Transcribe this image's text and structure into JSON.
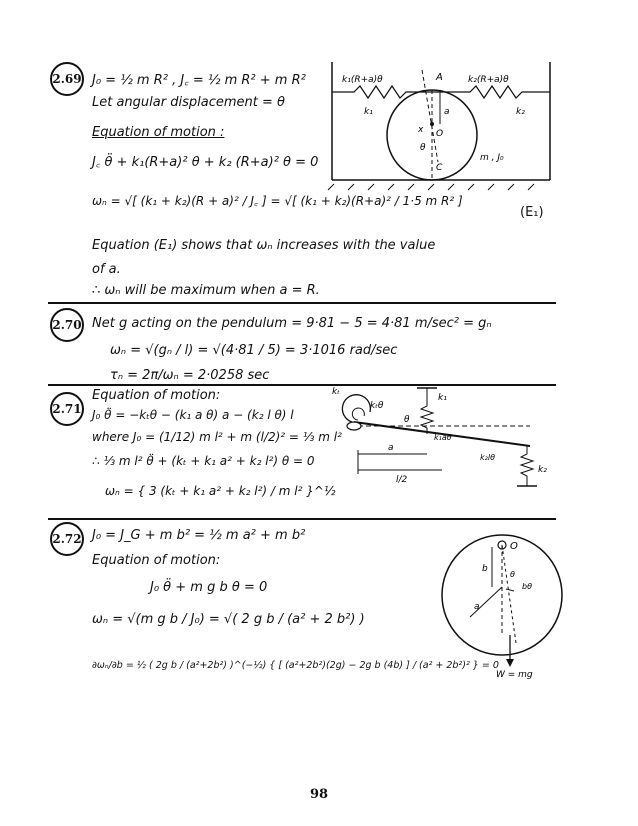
{
  "problems": [
    {
      "number": "2.69",
      "lines": [
        "J₀ = ½ m R² ,   J꜀ = ½ m R² + m R²",
        "Let angular displacement = θ",
        "Equation of motion :",
        "J꜀ θ̈ + k₁(R+a)² θ + k₂ (R+a)² θ = 0",
        "ωₙ = √[ (k₁ + k₂)(R + a)² / J꜀ ] = √[ (k₁ + k₂)(R+a)² / 1·5 m R² ]",
        "(E₁)",
        "Equation (E₁) shows that ωₙ increases with the value",
        "of a.",
        "∴ ωₙ will be maximum when a = R."
      ],
      "figure_labels": [
        "k₁(R+a)θ",
        "A",
        "k₂(R+a)θ",
        "k₁",
        "k₂",
        "a",
        "x",
        "θ",
        "O",
        "C",
        "m , J₀"
      ]
    },
    {
      "number": "2.70",
      "lines": [
        "Net g acting on the pendulum = 9·81 − 5 = 4·81 m/sec² = gₙ",
        "ωₙ = √(gₙ / l) = √(4·81 / 5) = 3·1016 rad/sec",
        "τₙ = 2π/ωₙ = 2·0258 sec"
      ]
    },
    {
      "number": "2.71",
      "lines": [
        "Equation of motion:",
        "J₀ θ̈ = −kₜθ − (k₁ a θ) a − (k₂ l θ) l",
        "where   J₀ = (1/12) m l² + m (l/2)² = ⅓ m l²",
        "∴  ⅓ m l² θ̈ + (kₜ + k₁ a² + k₂ l²) θ = 0",
        "ωₙ = { 3 (kₜ + k₁ a² + k₂ l²) / m l² }^½"
      ],
      "figure_labels": [
        "kₜ",
        "kₜθ",
        "θ",
        "k₁",
        "k₁aθ",
        "a",
        "l/2",
        "k₂lθ",
        "k₂"
      ]
    },
    {
      "number": "2.72",
      "lines": [
        "J₀ = J_G + m b² = ½ m a² + m b²",
        "Equation of motion:",
        "J₀ θ̈ + m g b θ = 0",
        "ωₙ = √(m g b / J₀) = √( 2 g b / (a² + 2 b²) )",
        "∂ωₙ/∂b = ½ ( 2g b / (a²+2b²) )^(−½) { [ (a²+2b²)(2g) − 2g b (4b) ] / (a² + 2b²)² } = 0"
      ],
      "figure_labels": [
        "O",
        "b",
        "θ",
        "bθ",
        "a",
        "W = mg"
      ]
    }
  ],
  "page_number": "98"
}
